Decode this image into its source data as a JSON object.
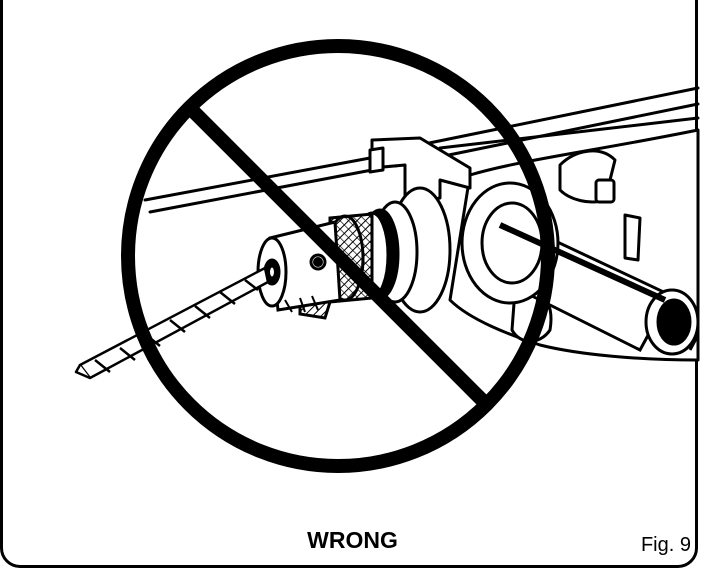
{
  "caption": "WRONG",
  "figure_label": "Fig. 9",
  "colors": {
    "ink": "#000000",
    "paper": "#ffffff"
  },
  "icons": [
    "prohibition-sign-icon",
    "drill-chuck-illustration",
    "drill-bit-illustration"
  ]
}
